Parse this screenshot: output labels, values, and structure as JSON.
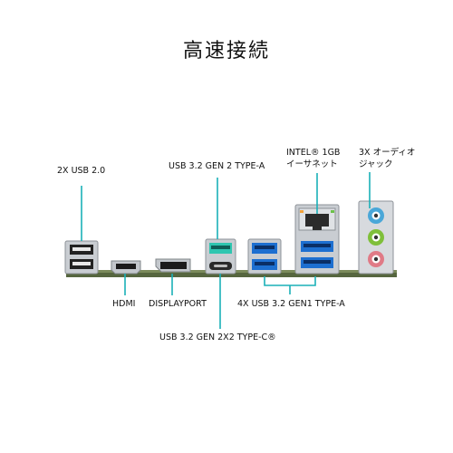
{
  "title": "高速接続",
  "labels": {
    "usb20": "2X USB 2.0",
    "usb32gen2a": "USB 3.2 GEN 2 TYPE-A",
    "lan_line1": "INTEL® 1GB",
    "lan_line2": "イーサネット",
    "audio_line1": "3X オーディオ",
    "audio_line2": "ジャック",
    "hdmi": "HDMI",
    "displayport": "DISPLAYPORT",
    "usb32gen1": "4X USB 3.2 GEN1 TYPE-A",
    "usbc": "USB 3.2 GEN 2X2 TYPE-C®"
  },
  "colors": {
    "accent": "#1ab0b8",
    "usb3_blue": "#1d6fd0",
    "usb_teal": "#2fc6b0",
    "board": "#5e6b4a",
    "audio_blue": "#4aa7d8",
    "audio_green": "#7fbf3a",
    "audio_pink": "#e07a86"
  }
}
